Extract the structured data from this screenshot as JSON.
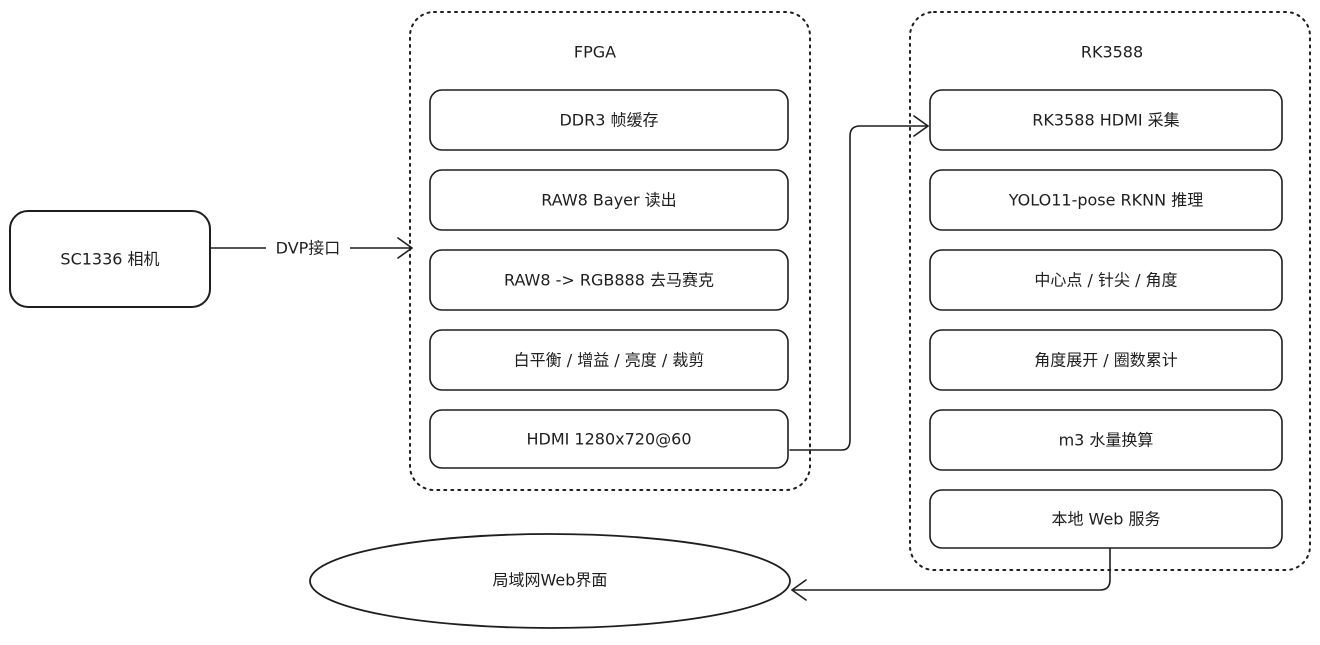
{
  "camera": {
    "label": "SC1336 相机"
  },
  "camera_link": {
    "label": "DVP接口"
  },
  "fpga": {
    "title": "FPGA",
    "blocks": [
      "DDR3 帧缓存",
      "RAW8 Bayer 读出",
      "RAW8 -> RGB888 去马赛克",
      "白平衡 / 增益 / 亮度 / 裁剪",
      "HDMI 1280x720@60"
    ]
  },
  "rk3588": {
    "title": "RK3588",
    "blocks": [
      "RK3588 HDMI 采集",
      "YOLO11-pose RKNN 推理",
      "中心点 / 针尖 / 角度",
      "角度展开 / 圈数累计",
      "m3 水量换算",
      "本地 Web 服务"
    ]
  },
  "web_ui": {
    "label": "局域网Web界面"
  }
}
